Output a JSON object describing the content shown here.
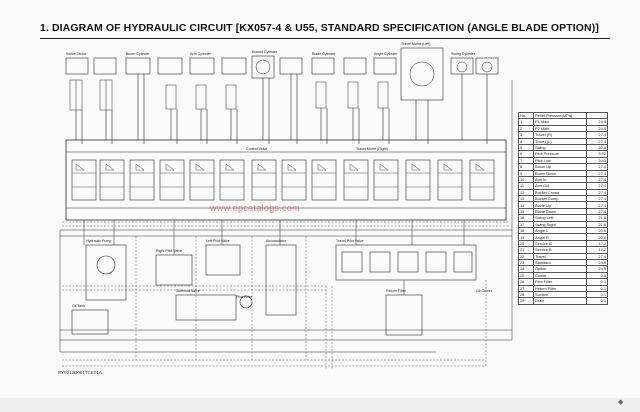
{
  "title": "1.  DIAGRAM OF HYDRAULIC CIRCUIT [KX057-4 & U55, STANDARD SPECIFICATION (ANGLE BLADE OPTION)]",
  "drawing_code": "RY9212D081TCE01A",
  "watermark_text": "www.epcatalogs.com",
  "labels": {
    "swivel_motor": "Swivel Motor",
    "travel_motor_right": "Travel Motor (Right)",
    "travel_motor_left": "Travel Motor (Left)",
    "boom_cylinder": "Boom Cylinder",
    "arm_cylinder": "Arm Cylinder",
    "bucket_cylinder": "Bucket Cylinder",
    "blade_cylinder": "Blade Cylinder",
    "angle_cylinder": "Angle Cylinder",
    "swing_cylinder": "Swing Cylinder",
    "control_valve": "Control Valve",
    "pilot_valve_right": "Right Pilot Valve",
    "pilot_valve_left": "Left Pilot Valve",
    "travel_pilot_valve": "Travel Pilot Valve",
    "pump": "Hydraulic Pump",
    "oil_tank": "Oil Tank",
    "oil_cooler": "Oil Cooler",
    "return_filter": "Return Filter",
    "solenoid_valve": "Solenoid Valve",
    "accumulator": "Accumulator",
    "pilot_filter": "Pilot Filter"
  },
  "pressure_table": {
    "header": [
      "No.",
      "Relief Pressure(MPa)",
      ""
    ],
    "rows": [
      [
        "1",
        "P1 Main",
        "24.5"
      ],
      [
        "2",
        "P2 Main",
        "24.5"
      ],
      [
        "3",
        "Travel (R)",
        "27.4"
      ],
      [
        "4",
        "Travel (L)",
        "27.4"
      ],
      [
        "5",
        "Swing",
        "20.6"
      ],
      [
        "6",
        "Pilot Pressure",
        "3.92"
      ],
      [
        "7",
        "Pilot Low",
        "3.43"
      ],
      [
        "8",
        "Boom Up",
        "27.4"
      ],
      [
        "9",
        "Boom Down",
        "27.4"
      ],
      [
        "10",
        "Arm In",
        "27.4"
      ],
      [
        "11",
        "Arm Out",
        "27.4"
      ],
      [
        "12",
        "Bucket Crowd",
        "27.4"
      ],
      [
        "13",
        "Bucket Dump",
        "27.4"
      ],
      [
        "14",
        "Blade Up",
        "27.4"
      ],
      [
        "15",
        "Blade Down",
        "27.4"
      ],
      [
        "16",
        "Swing Left",
        "21.6"
      ],
      [
        "17",
        "Swing Right",
        "21.6"
      ],
      [
        "18",
        "Angle L",
        "20.6"
      ],
      [
        "19",
        "Angle R",
        "20.6"
      ],
      [
        "20",
        "Service A",
        "17.2"
      ],
      [
        "21",
        "Service B",
        "17.2"
      ],
      [
        "22",
        "Travel",
        "27.4"
      ],
      [
        "23",
        "Standard",
        "24.5"
      ],
      [
        "24",
        "Option",
        "24.5"
      ],
      [
        "25",
        "Cooler",
        "0.5"
      ],
      [
        "26",
        "Pilot Filter",
        "0.1"
      ],
      [
        "27",
        "Return Filter",
        "0.1"
      ],
      [
        "28",
        "Suction",
        "0.1"
      ],
      [
        "29",
        "Drain",
        "0.1"
      ]
    ]
  },
  "colors": {
    "line": "#2a2a2a",
    "dashed": "#444444",
    "watermark": "#d23c3c"
  }
}
